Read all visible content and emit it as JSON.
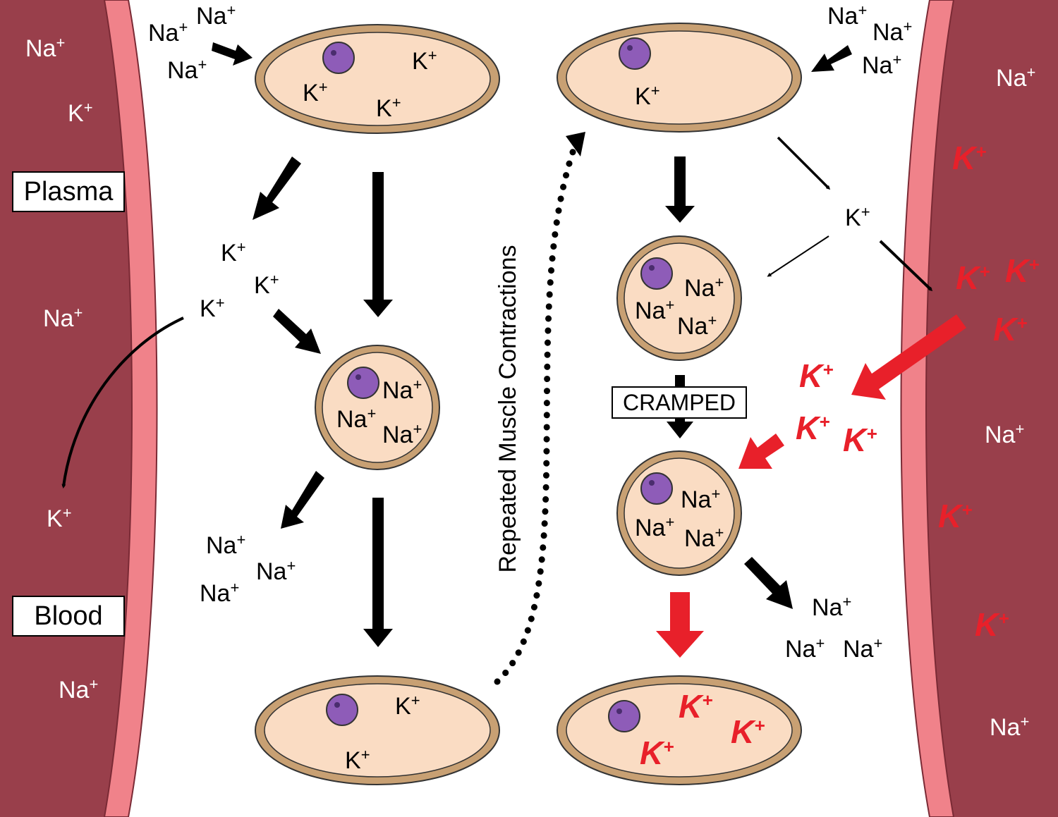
{
  "labels": {
    "plasma": "Plasma",
    "blood": "Blood",
    "cramped": "CRAMPED",
    "repeated_contractions": "Repeated Muscle Contractions"
  },
  "ions": {
    "sodium": "Na",
    "potassium": "K",
    "charge": "+"
  },
  "colors": {
    "blood_vessel": "#993f4b",
    "vessel_wall": "#f0828a",
    "cell_fill": "#fadcc3",
    "cell_membrane": "#c8a073",
    "nucleus": "#8e5cb8",
    "arrow": "#000000",
    "potassium_excess": "#e8202a"
  },
  "icons": {
    "nucleus": "nucleus-icon",
    "arrow": "arrow-icon",
    "excess_potassium": "red-potassium-ion-icon"
  }
}
